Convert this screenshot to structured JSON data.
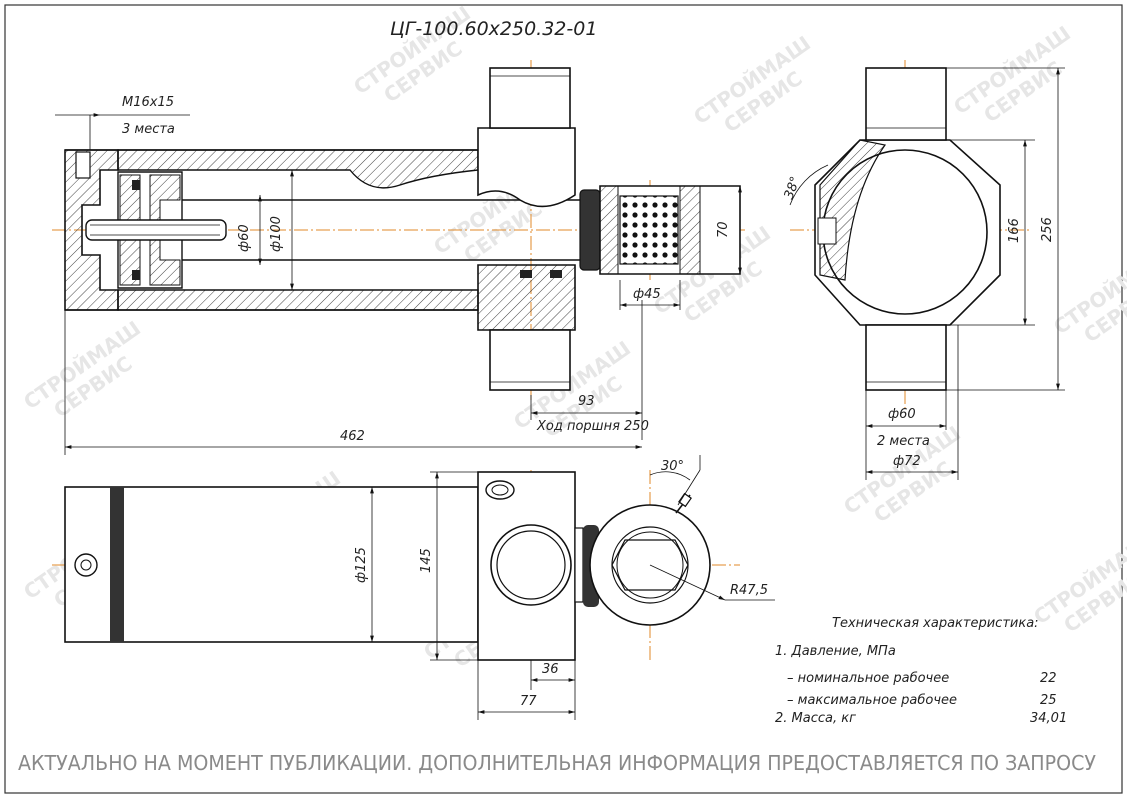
{
  "drawing": {
    "title": "ЦГ-100.60х250.32-01",
    "watermark": [
      "СТРОЙМАШ",
      "СЕРВИС"
    ],
    "footer": "АКТУАЛЬНО НА МОМЕНТ ПУБЛИКАЦИИ. ДОПОЛНИТЕЛЬНАЯ ИНФОРМАЦИЯ ПРЕДОСТАВЛЯЕТСЯ ПО ЗАПРОСУ",
    "dimensions": {
      "thread": "М16х15",
      "thread_qty": "3 места",
      "d60_rod": "ф60",
      "d100": "ф100",
      "d45": "ф45",
      "h70": "70",
      "d93": "93",
      "stroke": "Ход поршня 250",
      "len462": "462",
      "angle38": "38°",
      "h166": "166",
      "h256": "256",
      "d60_trunnion": "ф60",
      "trunnion_qty": "2 места",
      "d72": "ф72",
      "angle30": "30°",
      "d125": "ф125",
      "h145": "145",
      "r47": "R47,5",
      "w36": "36",
      "w77": "77"
    },
    "specs": {
      "heading": "Техническая характеристика:",
      "item1": "1. Давление, МПа",
      "nominal_label": "– номинальное рабочее",
      "nominal_value": "22",
      "max_label": "– максимальное рабочее",
      "max_value": "25",
      "item2": "2. Масса, кг",
      "mass_value": "34,01"
    },
    "colors": {
      "line": "#111111",
      "axis": "#e08a2a",
      "seal": "#333333",
      "watermark": "#e6e6e6",
      "footer": "#8a8a8a"
    }
  }
}
